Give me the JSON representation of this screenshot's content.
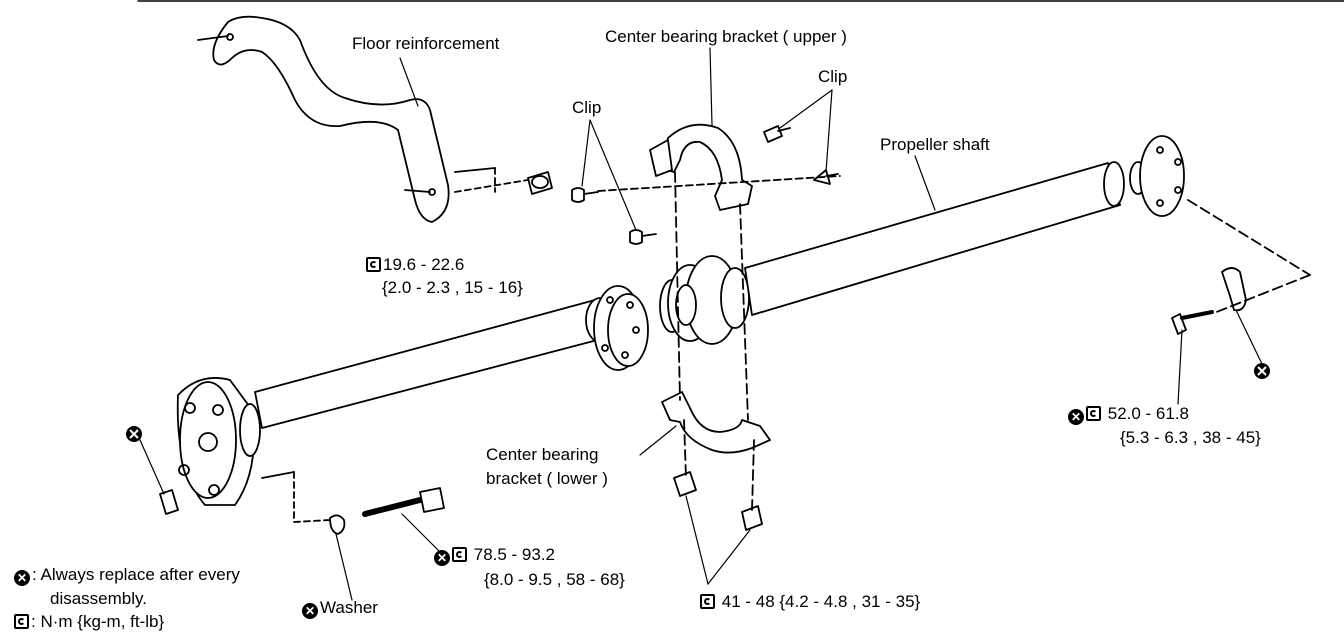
{
  "labels": {
    "floor_reinforcement": "Floor reinforcement",
    "center_bearing_upper": "Center bearing bracket ( upper )",
    "clip_left": "Clip",
    "clip_right": "Clip",
    "propeller_shaft": "Propeller shaft",
    "center_bearing_lower_1": "Center bearing",
    "center_bearing_lower_2": "bracket ( lower )",
    "washer": "Washer"
  },
  "torques": {
    "floor_bolt_1": "19.6 - 22.6",
    "floor_bolt_2": "{2.0 - 2.3 , 15 - 16}",
    "rear_bolt_1": "52.0 - 61.8",
    "rear_bolt_2": "{5.3 - 6.3 , 38 - 45}",
    "front_bolt_1": "78.5 - 93.2",
    "front_bolt_2": "{8.0 - 9.5 , 58 - 68}",
    "bracket_nuts": "41 - 48 {4.2 - 4.8 , 31 - 35}"
  },
  "legend": {
    "replace_line1": ": Always replace after every",
    "replace_line2": "disassembly.",
    "torque_unit": ": N·m {kg-m, ft-lb}"
  },
  "icons": {
    "replace": "replace-circle-x-icon",
    "torque": "torque-wrench-icon"
  }
}
